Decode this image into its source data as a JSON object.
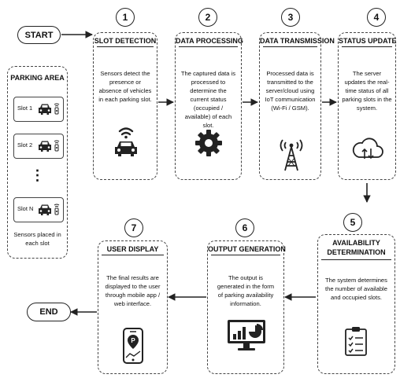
{
  "start_label": "START",
  "end_label": "END",
  "parking_area": {
    "title": "PARKING AREA",
    "slots": [
      "Slot 1",
      "Slot 2",
      "Slot N"
    ],
    "ellipsis": "⋮",
    "caption": "Sensors placed in each slot"
  },
  "steps": [
    {
      "number": "1",
      "title": "SLOT DETECTION",
      "description": "Sensors detect the presence or absence of vehicles in each parking slot.",
      "icon": "car-with-signal-icon"
    },
    {
      "number": "2",
      "title": "DATA PROCESSING",
      "description": "The captured data is processed to determine the current status (occupied / available) of each slot.",
      "icon": "gear-icon"
    },
    {
      "number": "3",
      "title": "DATA TRANSMISSION",
      "description": "Processed data is transmitted to the server/cloud using IoT communication (Wi-Fi / GSM).",
      "icon": "antenna-tower-icon"
    },
    {
      "number": "4",
      "title": "STATUS UPDATE",
      "description": "The server updates the real-time status of all parking slots in the system.",
      "icon": "cloud-sync-icon"
    },
    {
      "number": "5",
      "title": "AVAILABILITY DETERMINATION",
      "title_lines": [
        "AVAILABILITY",
        "DETERMINATION"
      ],
      "description": "The system determines the number of available and occupied slots.",
      "icon": "clipboard-checklist-icon"
    },
    {
      "number": "6",
      "title": "OUTPUT GENERATION",
      "description": "The output is generated in the form of parking availability information.",
      "icon": "monitor-chart-icon"
    },
    {
      "number": "7",
      "title": "USER DISPLAY",
      "description": "The final results are displayed to the user through mobile app / web interface.",
      "icon": "mobile-map-pin-icon"
    }
  ],
  "colors": {
    "stroke": "#222222",
    "background": "#ffffff"
  }
}
